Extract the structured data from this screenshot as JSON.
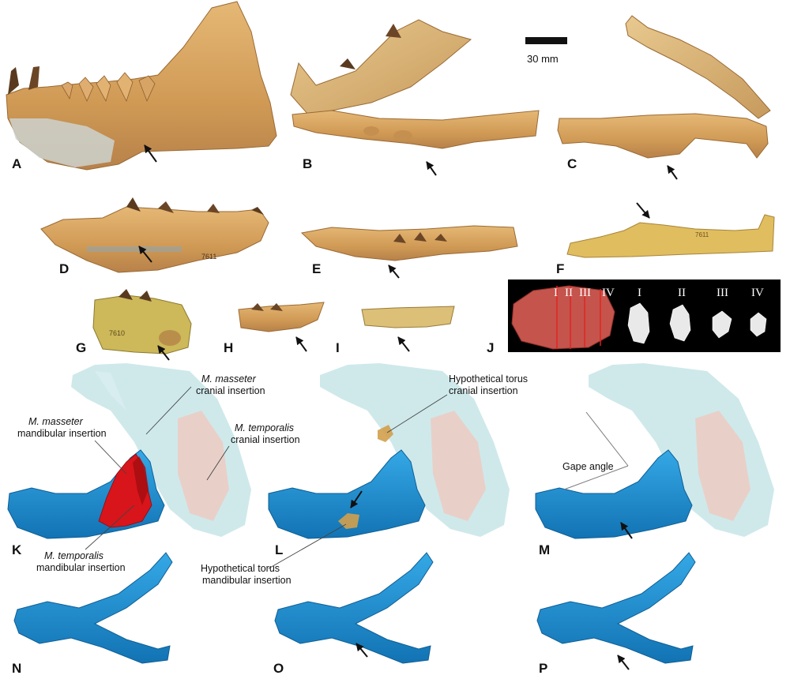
{
  "scale_bar": {
    "label": "30 mm"
  },
  "panels": {
    "A": "A",
    "B": "B",
    "C": "C",
    "D": "D",
    "E": "E",
    "F": "F",
    "G": "G",
    "H": "H",
    "I": "I",
    "J": "J",
    "K": "K",
    "L": "L",
    "M": "M",
    "N": "N",
    "O": "O",
    "P": "P"
  },
  "specimen_labels": {
    "d": "7611",
    "f": "7611",
    "g": "7610"
  },
  "ct_sections": [
    "I",
    "II",
    "III",
    "IV"
  ],
  "annotations": {
    "masseter_cranial": {
      "name": "M. masseter",
      "rest": "cranial insertion"
    },
    "masseter_mandibular": {
      "name": "M. masseter",
      "rest": "mandibular insertion"
    },
    "temporalis_cranial": {
      "name": "M. temporalis",
      "rest": "cranial insertion"
    },
    "temporalis_mandibular": {
      "name": "M. temporalis",
      "rest": "mandibular insertion"
    },
    "torus_cranial": {
      "line1": "Hypothetical torus",
      "line2": "cranial insertion"
    },
    "torus_mandibular": {
      "line1": "Hypothetical torus",
      "line2": "mandibular insertion"
    },
    "gape_angle": "Gape angle"
  },
  "colors": {
    "fossil": "#d9a15c",
    "fossil_dark": "#a8743a",
    "model_blue": "#1d8fd0",
    "skull_ghost": "#bfe2e4",
    "muscle_red": "#d8151b",
    "muscle_pink": "#f2c4bb",
    "torus_ochre": "#d2a04c",
    "ct_red": "#c4544c"
  }
}
